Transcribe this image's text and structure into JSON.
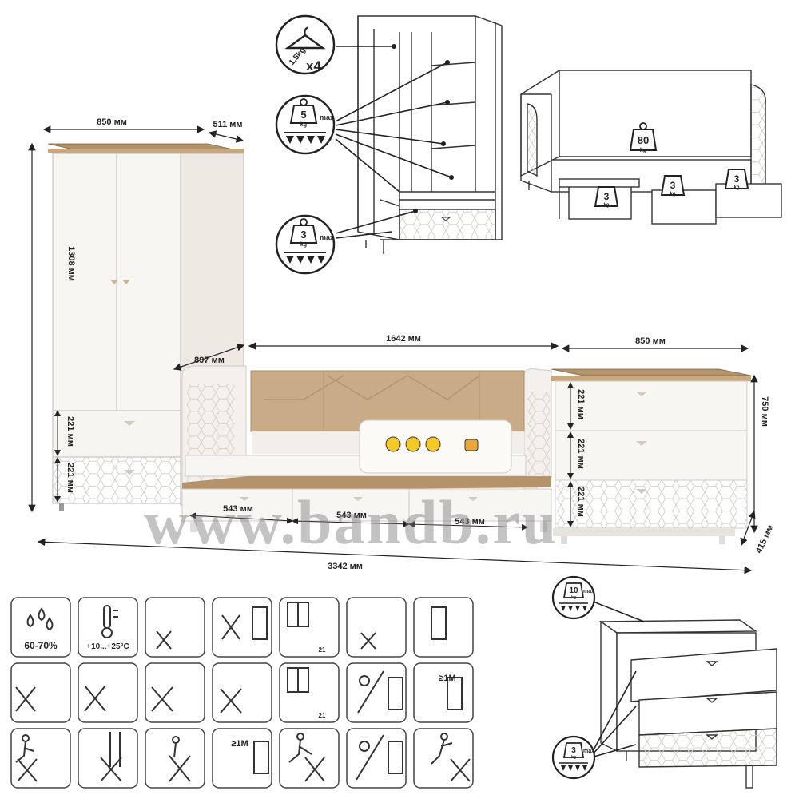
{
  "dimensions": {
    "wardrobe_width": "850 мм",
    "wardrobe_depth": "511 мм",
    "wardrobe_height": "1308 мм",
    "wardrobe_drawer_1": "221 мм",
    "wardrobe_drawer_2": "221 мм",
    "bed_depth": "897 мм",
    "bed_length": "1642 мм",
    "bed_drawer_1": "543 мм",
    "bed_drawer_2": "543 мм",
    "bed_drawer_3": "543 мм",
    "dresser_width": "850 мм",
    "dresser_height": "750 мм",
    "dresser_drawer_1": "221 мм",
    "dresser_drawer_2": "221 мм",
    "dresser_drawer_3": "221 мм",
    "dresser_depth": "415 мм",
    "total_length": "3342 мм"
  },
  "load_badges": {
    "hanger_weight": "1,5kg",
    "hanger_count": "x4",
    "shelf_load": "5",
    "shelf_unit": "kg",
    "shelf_max": "max",
    "drawer_load": "3",
    "drawer_unit": "kg",
    "drawer_max": "max",
    "bed_load": "80",
    "bed_unit": "kg",
    "bed_drawer_load": "3",
    "bed_drawer_unit": "kg",
    "top_load": "10",
    "top_unit": "kg",
    "top_max": "max",
    "dresser_drawer_load": "3",
    "dresser_drawer_unit": "kg",
    "dresser_drawer_max": "max"
  },
  "care_icons": {
    "humidity": "60-70%",
    "temperature": "+10...+25°C",
    "distance_1": "≥1M",
    "distance_2": "≥1M",
    "grid_number_1": "21",
    "grid_number_2": "21"
  },
  "watermark": "www.bandb.ru",
  "colors": {
    "wood_top": "#b4926a",
    "textile": "#c9ab87",
    "body": "#f8f6f2",
    "line": "#333333"
  }
}
